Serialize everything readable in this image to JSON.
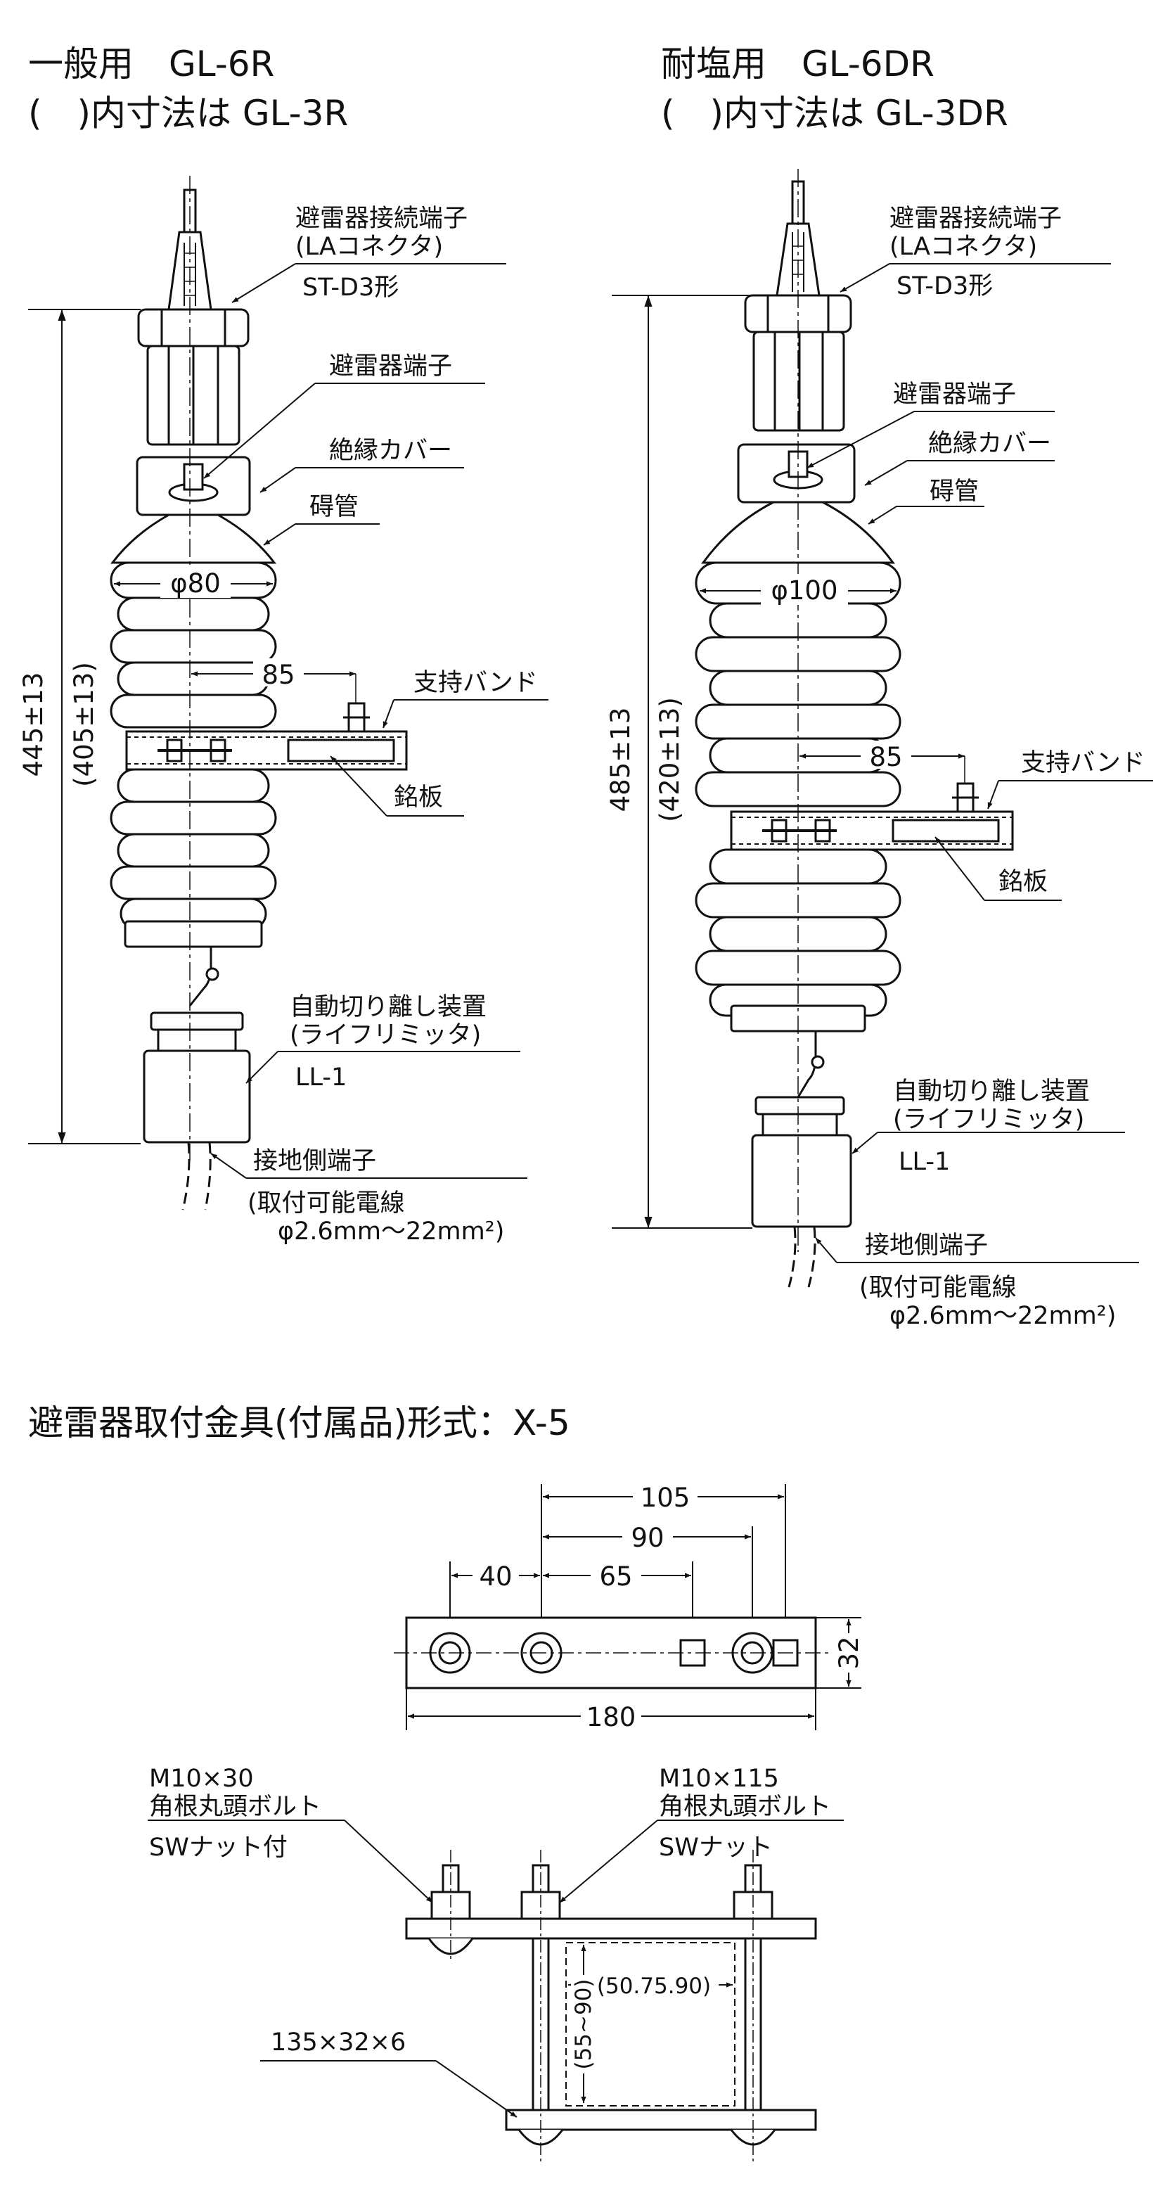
{
  "left": {
    "title_line1": "一般用　GL-6R",
    "title_line2": "(　)内寸法は GL-3R",
    "la_terminal_line1": "避雷器接続端子",
    "la_terminal_line2": "(LAコネクタ)",
    "la_terminal_line3": "ST-D3形",
    "arrester_terminal": "避雷器端子",
    "insulation_cover": "絶縁カバー",
    "porcelain": "碍管",
    "diameter": "φ80",
    "offset": "85",
    "band": "支持バンド",
    "nameplate": "銘板",
    "height": "445±13",
    "height_alt": "(405±13)",
    "disconnector_line1": "自動切り離し装置",
    "disconnector_line2": "(ライフリミッタ)",
    "disconnector_line3": "LL-1",
    "ground_terminal": "接地側端子",
    "wire_line1": "(取付可能電線",
    "wire_line2": "φ2.6mm〜22mm²)"
  },
  "right": {
    "title_line1": "耐塩用　GL-6DR",
    "title_line2": "(　)内寸法は GL-3DR",
    "la_terminal_line1": "避雷器接続端子",
    "la_terminal_line2": "(LAコネクタ)",
    "la_terminal_line3": "ST-D3形",
    "arrester_terminal": "避雷器端子",
    "insulation_cover": "絶縁カバー",
    "porcelain": "碍管",
    "diameter": "φ100",
    "offset": "85",
    "band": "支持バンド",
    "nameplate": "銘板",
    "height": "485±13",
    "height_alt": "(420±13)",
    "disconnector_line1": "自動切り離し装置",
    "disconnector_line2": "(ライフリミッタ)",
    "disconnector_line3": "LL-1",
    "ground_terminal": "接地側端子",
    "wire_line1": "(取付可能電線",
    "wire_line2": "φ2.6mm〜22mm²)"
  },
  "bracket": {
    "title": "避雷器取付金具(付属品)形式：X-5",
    "dim_105": "105",
    "dim_90": "90",
    "dim_40": "40",
    "dim_65": "65",
    "dim_32": "32",
    "dim_180": "180",
    "bolt_a_line1": "M10×30",
    "bolt_a_line2": "角根丸頭ボルト",
    "bolt_a_line3": "SWナット付",
    "bolt_b_line1": "M10×115",
    "bolt_b_line2": "角根丸頭ボルト",
    "bolt_b_line3": "SWナット",
    "clamp_width": "(50.75.90)",
    "clamp_height": "(55~90)",
    "plate_size": "135×32×6"
  }
}
